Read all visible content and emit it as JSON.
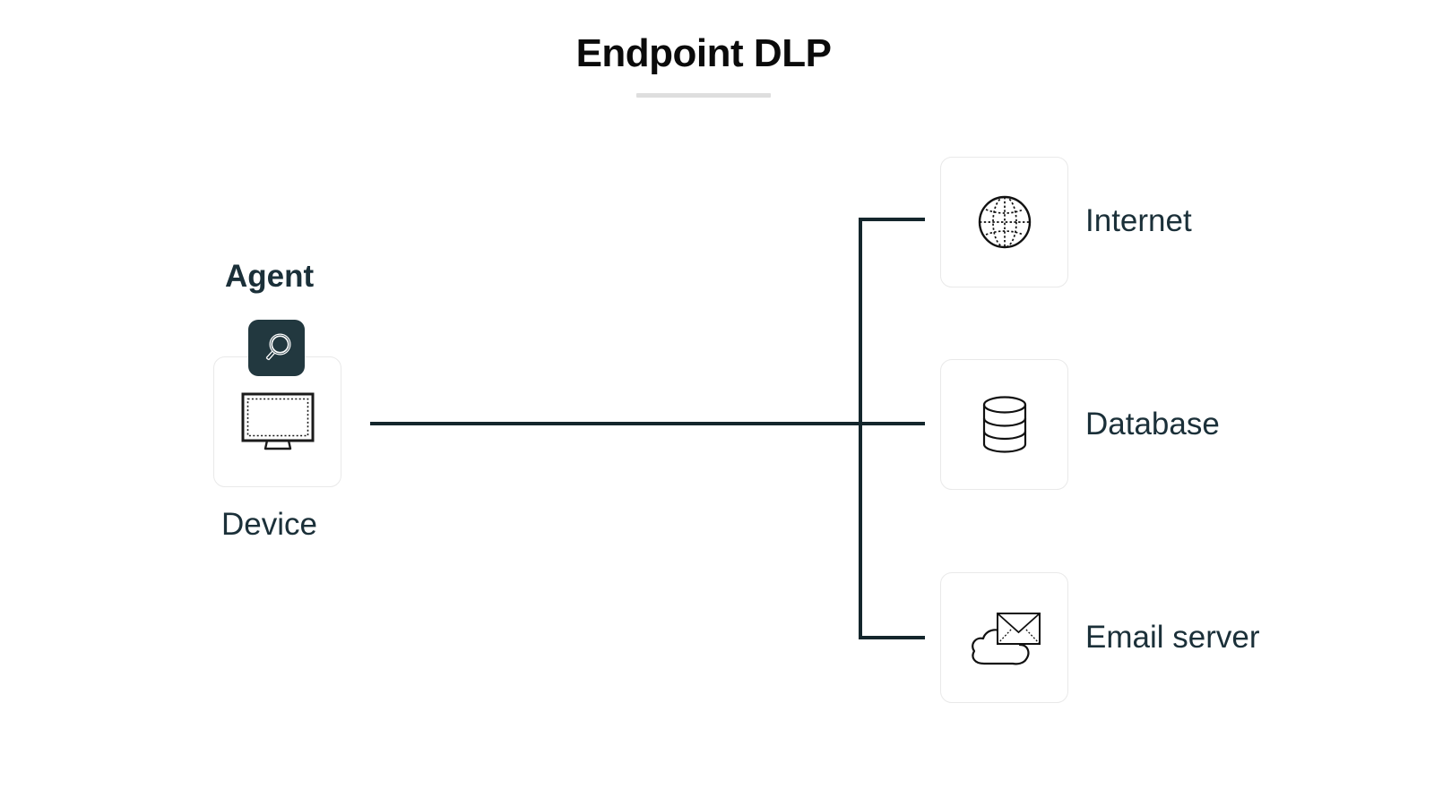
{
  "title": {
    "text": "Endpoint DLP",
    "underline_color": "#dedede"
  },
  "colors": {
    "text_dark": "#1b3039",
    "title_black": "#0b0b0b",
    "agent_badge": "#22383f",
    "card_border": "#e9e9e9",
    "connector_line": "#14262c",
    "canvas_background": "#ffffff"
  },
  "diagram": {
    "type": "network-topology",
    "source_node": {
      "overlay_label": "Agent",
      "overlay_icon": "magnifying-glass-icon",
      "label": "Device",
      "icon": "monitor-icon"
    },
    "destination_nodes": [
      {
        "label": "Internet",
        "icon": "globe-icon"
      },
      {
        "label": "Database",
        "icon": "database-cylinder-icon"
      },
      {
        "label": "Email server",
        "icon": "cloud-envelope-icon"
      }
    ],
    "connections": [
      {
        "from": "Device",
        "to": "bus"
      },
      {
        "from": "bus",
        "to": "Internet"
      },
      {
        "from": "bus",
        "to": "Database"
      },
      {
        "from": "bus",
        "to": "Email server"
      }
    ]
  }
}
